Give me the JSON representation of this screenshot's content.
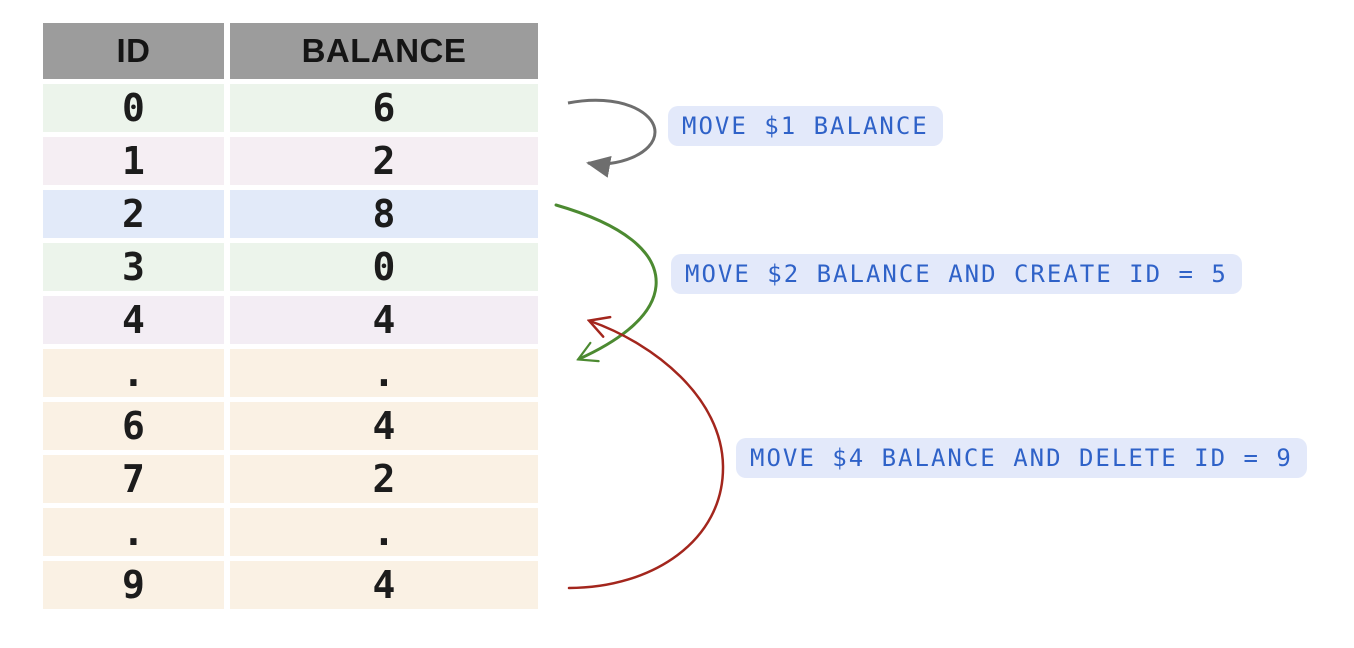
{
  "table": {
    "header_bg": "#9c9c9c",
    "headers": [
      "ID",
      "BALANCE"
    ],
    "rows": [
      {
        "id": "0",
        "balance": "6",
        "color": "#ecf4eb"
      },
      {
        "id": "1",
        "balance": "2",
        "color": "#f5eef3"
      },
      {
        "id": "2",
        "balance": "8",
        "color": "#e2eaf9"
      },
      {
        "id": "3",
        "balance": "0",
        "color": "#ecf4eb"
      },
      {
        "id": "4",
        "balance": "4",
        "color": "#f3edf4"
      },
      {
        "id": ".",
        "balance": ".",
        "color": "#faf1e4"
      },
      {
        "id": "6",
        "balance": "4",
        "color": "#faf1e4"
      },
      {
        "id": "7",
        "balance": "2",
        "color": "#faf1e4"
      },
      {
        "id": ".",
        "balance": ".",
        "color": "#faf1e4"
      },
      {
        "id": "9",
        "balance": "4",
        "color": "#faf1e4"
      }
    ]
  },
  "annotations": [
    {
      "label": "MOVE $1 BALANCE"
    },
    {
      "label": "MOVE $2 BALANCE AND CREATE ID = 5"
    },
    {
      "label": "MOVE $4 BALANCE AND DELETE ID = 9"
    }
  ],
  "arrows": [
    {
      "name": "move-1-arrow",
      "color": "#6e6e6e",
      "head": "filled-triangle"
    },
    {
      "name": "move-2-arrow",
      "color": "#4c8a31",
      "head": "chevron"
    },
    {
      "name": "move-4-arrow",
      "color": "#a3261d",
      "head": "chevron"
    }
  ],
  "colors": {
    "annotation_bg": "#e3e9fa",
    "annotation_text": "#2f62c8"
  }
}
